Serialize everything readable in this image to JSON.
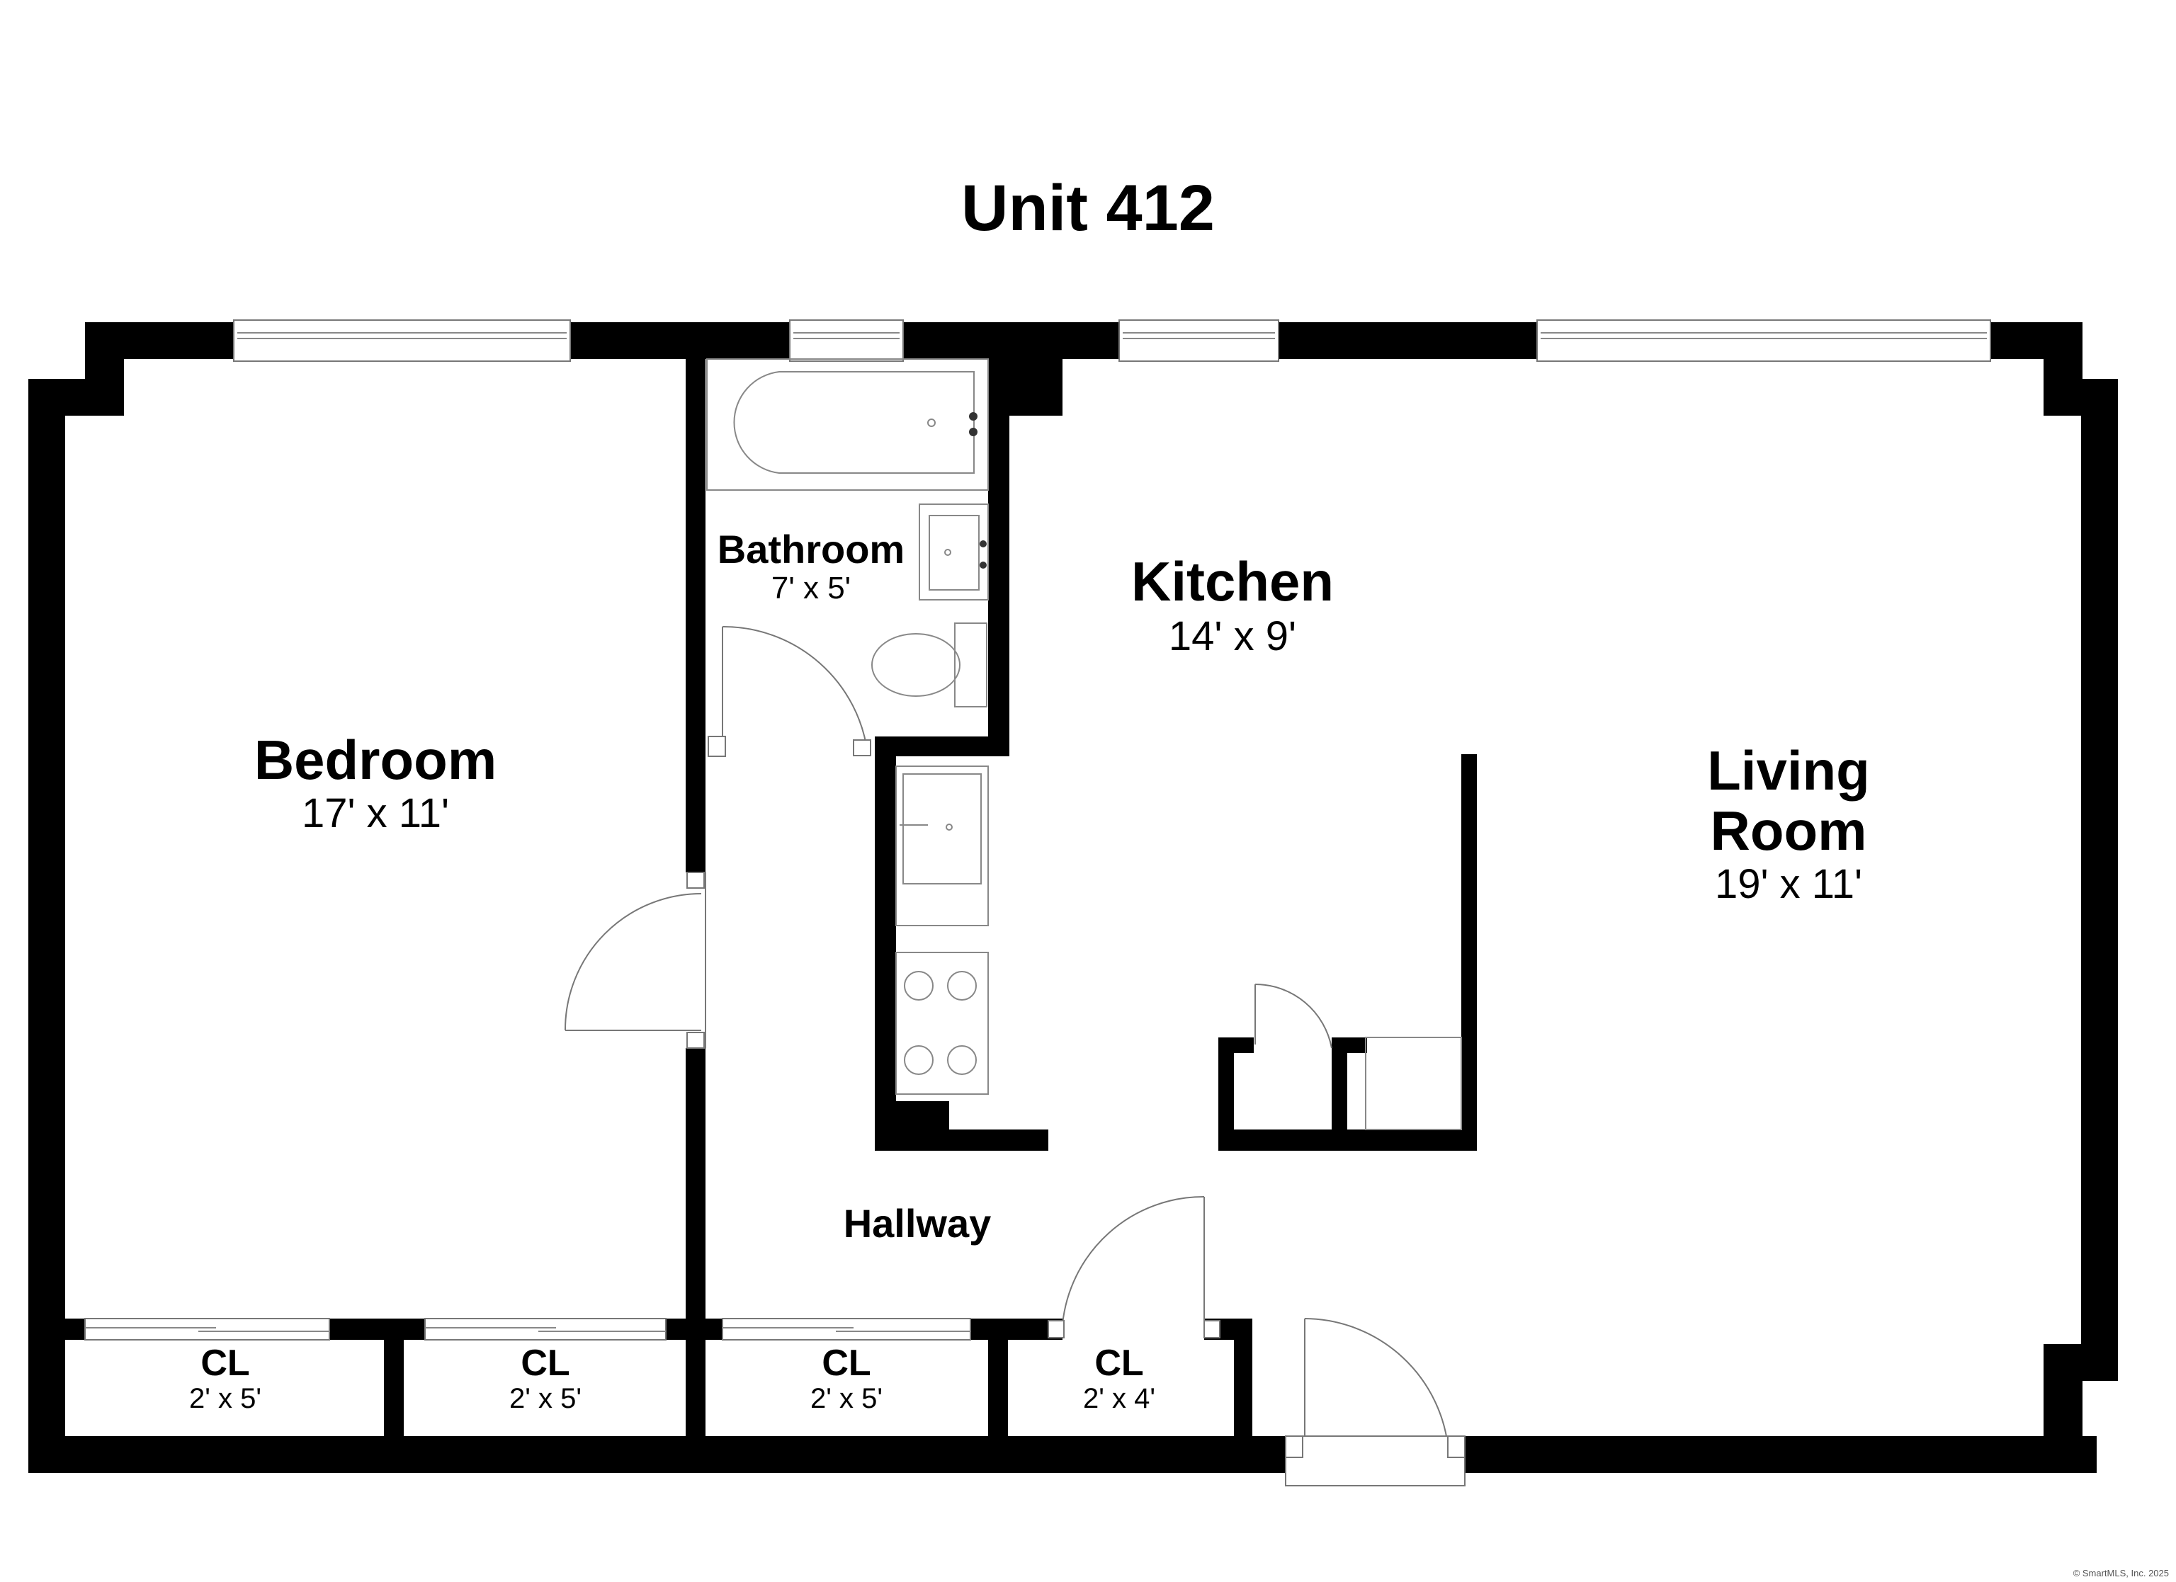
{
  "plan": {
    "title": "Unit 412",
    "credit": "© SmartMLS, Inc. 2025"
  },
  "rooms": {
    "bedroom": {
      "name": "Bedroom",
      "dims": "17' x 11'"
    },
    "bathroom": {
      "name": "Bathroom",
      "dims": "7' x 5'"
    },
    "kitchen": {
      "name": "Kitchen",
      "dims": "14' x 9'"
    },
    "living": {
      "name_line1": "Living",
      "name_line2": "Room",
      "dims": "19' x 11'"
    },
    "hallway": {
      "name": "Hallway"
    },
    "closet1": {
      "name": "CL",
      "dims": "2' x 5'"
    },
    "closet2": {
      "name": "CL",
      "dims": "2' x 5'"
    },
    "closet3": {
      "name": "CL",
      "dims": "2' x 5'"
    },
    "closet4": {
      "name": "CL",
      "dims": "2' x 4'"
    }
  }
}
